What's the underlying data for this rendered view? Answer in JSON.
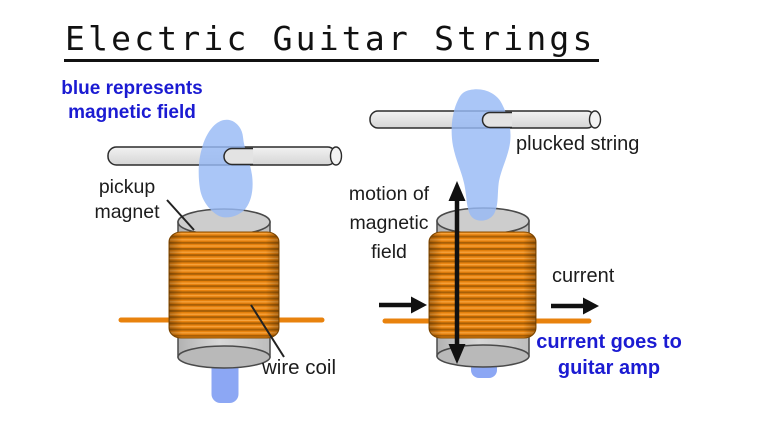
{
  "title": "Electric Guitar Strings",
  "caption": {
    "line1": "blue represents",
    "line2": "magnetic field"
  },
  "left": {
    "pickup_line1": "pickup",
    "pickup_line2": "magnet",
    "wire_coil": "wire coil"
  },
  "right": {
    "plucked_string": "plucked string",
    "motion_line1": "motion of",
    "motion_line2": "magnetic",
    "motion_line3": "field",
    "current": "current",
    "goes_line1": "current goes to",
    "goes_line2": "guitar amp"
  },
  "colors": {
    "text_blue": "#1b1bd2",
    "field_blob_blue": "#97baf5",
    "field_stripe_blue": "#8ca7f4",
    "coil_orange": "#e8820d",
    "coil_dark_orange": "#a85f06",
    "coil_highlight": "#f7a540",
    "metal_gray": "#c9c9c9",
    "metal_top_gray": "#cdcdcd",
    "outline_gray": "#4a4a4a",
    "string_gray": "#e6e6e6",
    "arrow_black": "#111111"
  }
}
